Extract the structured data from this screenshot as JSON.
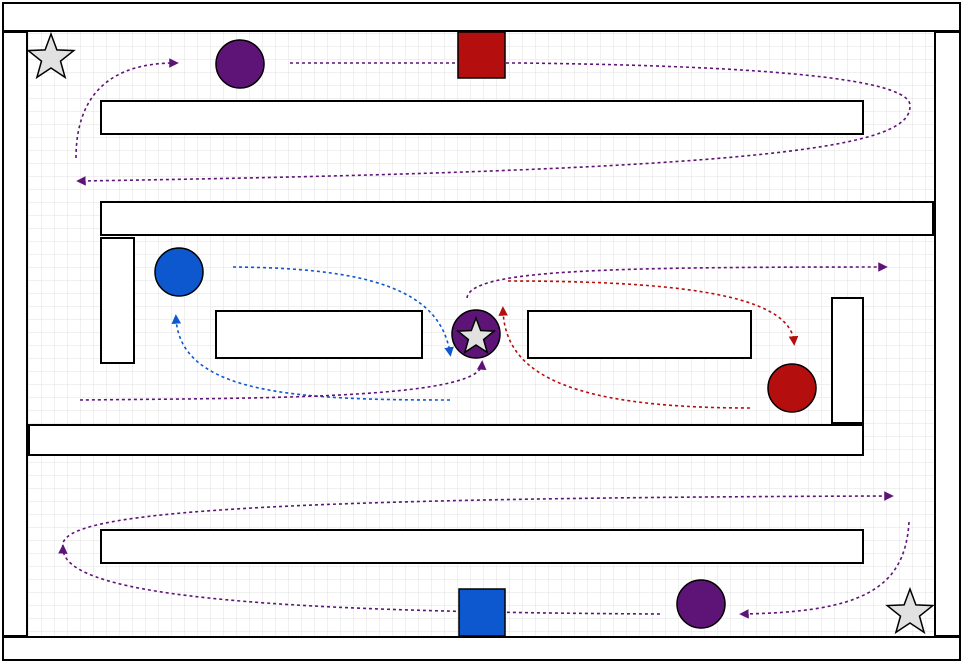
{
  "colors": {
    "background": "#ffffff",
    "grid": "#e2e2e2",
    "wall_fill": "#ffffff",
    "wall_stroke": "#000000",
    "purple": "#5e1477",
    "red": "#b40e0e",
    "blue": "#0d58cf",
    "star_fill": "#e1e1e1"
  },
  "pieces": {
    "star_top_left": {
      "shape": "star-icon",
      "color": "star_fill"
    },
    "star_bottom_right": {
      "shape": "star-icon",
      "color": "star_fill"
    },
    "star_center": {
      "shape": "star-icon",
      "color": "star_fill",
      "on": "purple circle"
    },
    "purple_circle_top": {
      "shape": "circle",
      "color": "purple"
    },
    "purple_circle_bottom": {
      "shape": "circle",
      "color": "purple"
    },
    "blue_circle": {
      "shape": "circle",
      "color": "blue"
    },
    "red_circle": {
      "shape": "circle",
      "color": "red"
    },
    "red_square": {
      "shape": "square",
      "color": "red"
    },
    "blue_square": {
      "shape": "square",
      "color": "blue"
    }
  },
  "paths": [
    {
      "name": "purple-path-top",
      "color": "purple",
      "style": "dotted-arrow"
    },
    {
      "name": "purple-path-middle",
      "color": "purple",
      "style": "dotted-arrow"
    },
    {
      "name": "purple-path-bottom",
      "color": "purple",
      "style": "dotted-arrow"
    },
    {
      "name": "red-path-middle",
      "color": "red",
      "style": "dotted-arrow"
    },
    {
      "name": "blue-path-middle",
      "color": "blue",
      "style": "dotted-arrow"
    }
  ]
}
